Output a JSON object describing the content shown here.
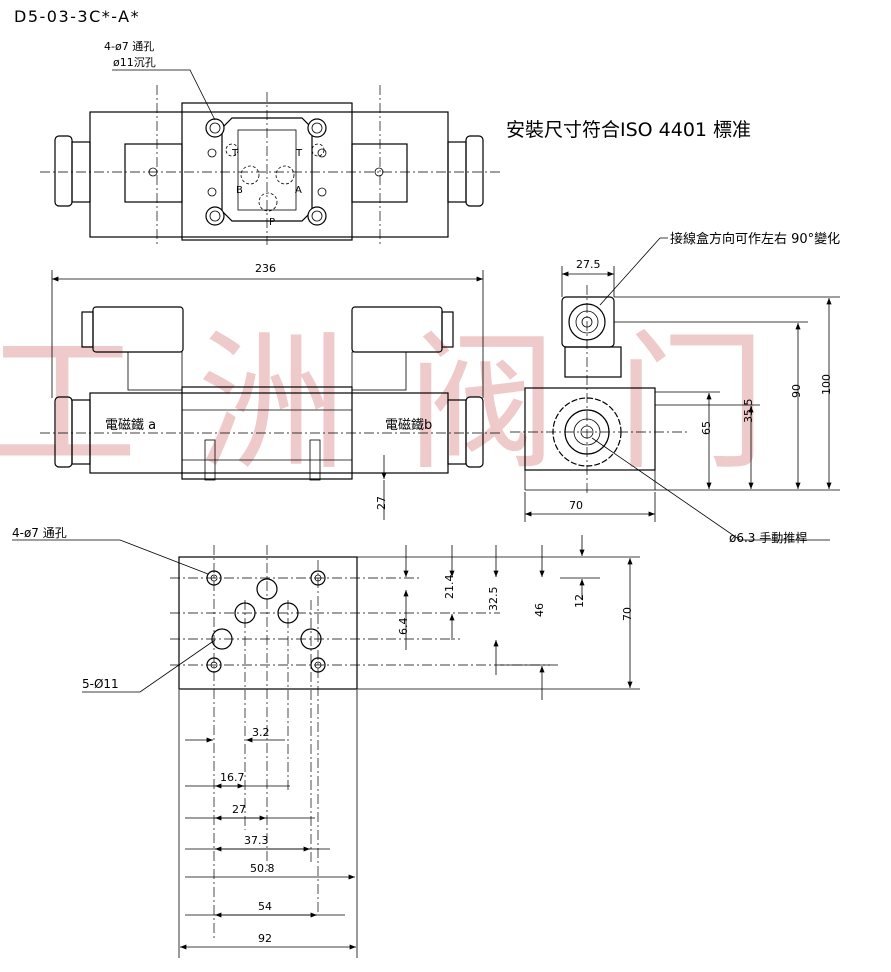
{
  "model_code": "D5-03-3C*-A*",
  "iso_note": "安裝尺寸符合ISO 4401 標准",
  "top_view": {
    "mount_hole_note_1": "4-ø7 通孔",
    "mount_hole_note_2": "ø11沉孔",
    "port_labels": [
      "T",
      "T",
      "B",
      "A",
      "P"
    ]
  },
  "front_view": {
    "overall_length": "236",
    "solenoid_a": "電磁鐵 a",
    "solenoid_b": "電磁鐵b",
    "base_height": "27"
  },
  "side_view": {
    "box_rotate_note": "接線盒方向可作左右 90°變化",
    "connector_width": "27.5",
    "height_90": "90",
    "height_100": "100",
    "height_65": "65",
    "height_35_5": "35.5",
    "body_width": "70",
    "manual_pin_note": "ø6.3  手動推桿"
  },
  "subplate": {
    "mount_hole_note": "4-ø7 通孔",
    "port_hole_note": "5-Ø11",
    "vertical_dims": [
      "6.4",
      "21.4",
      "32.5",
      "46",
      "12",
      "70"
    ],
    "horizontal_dims": [
      "3.2",
      "16.7",
      "27",
      "37.3",
      "50.8",
      "54",
      "92"
    ]
  },
  "watermark": "工 洲 阀 门"
}
